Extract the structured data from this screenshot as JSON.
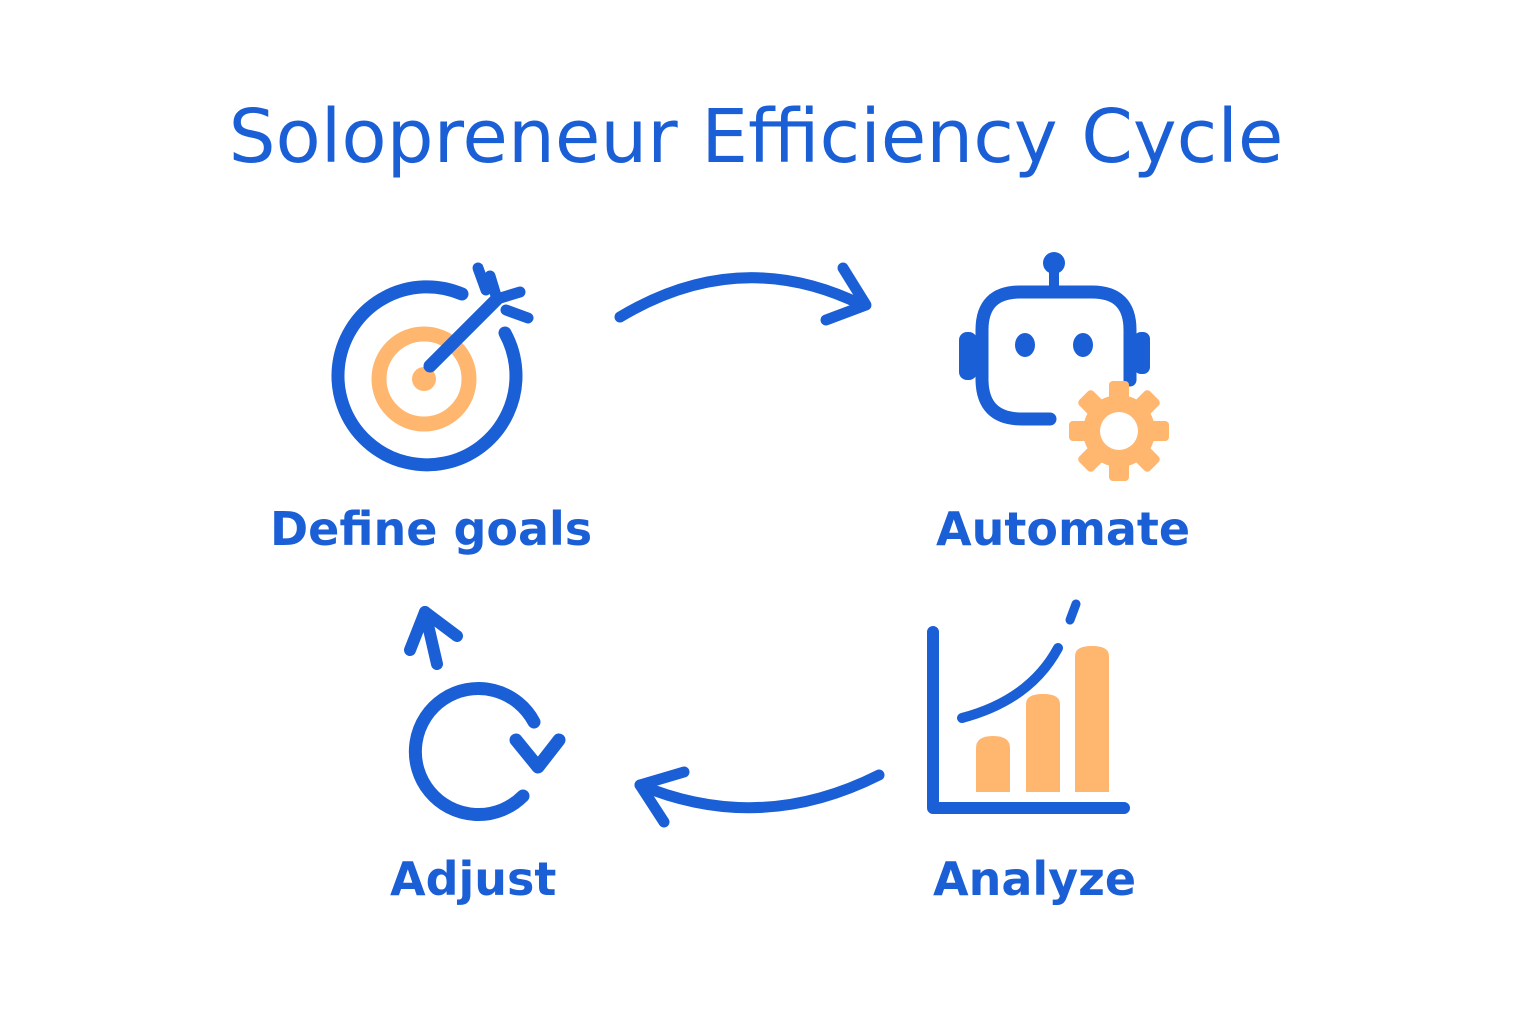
{
  "diagram": {
    "title": "Solopreneur Efficiency Cycle",
    "steps": [
      {
        "label": "Define goals",
        "icon": "target-icon"
      },
      {
        "label": "Automate",
        "icon": "robot-gear-icon"
      },
      {
        "label": "Analyze",
        "icon": "bar-chart-icon"
      },
      {
        "label": "Adjust",
        "icon": "refresh-icon"
      }
    ],
    "colors": {
      "primary": "#1a5fd6",
      "accent": "#ffb66e",
      "background": "#ffffff"
    }
  }
}
